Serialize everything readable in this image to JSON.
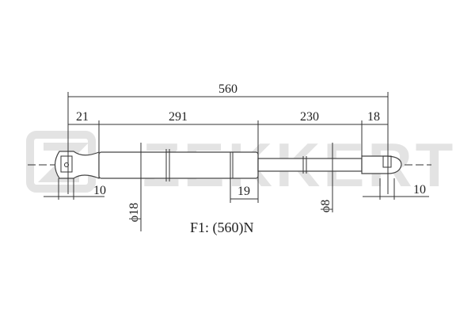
{
  "watermark": {
    "brand": "ZEKKERT"
  },
  "dimensions": {
    "total_length": "560",
    "end_fitting_left": "21",
    "cylinder_length": "291",
    "rod_length": "230",
    "end_fitting_right": "18",
    "eye_width_left": "10",
    "eye_width_right": "10",
    "cylinder_end": "19",
    "cylinder_diameter": "ϕ18",
    "rod_diameter": "ϕ8"
  },
  "force_label": "F1: (560)N"
}
